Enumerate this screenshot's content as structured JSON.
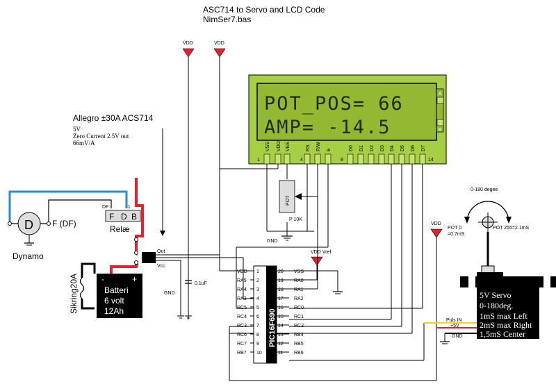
{
  "title": {
    "line1": "ASC714 to Servo and LCD Code",
    "line2": "NimSer7.bas"
  },
  "sensor": {
    "name": "Allegro ±30A ACS714",
    "line1": "5V",
    "line2": "Zero Current 2.5V out",
    "line3": "66mV/A",
    "out": "Out",
    "vcc": "Vcc"
  },
  "vdd_label": "VDD",
  "vdd_vref": "VDD Vref",
  "gnd_label": "GND",
  "cap_label": "0,1uF",
  "lcd": {
    "line1": "POT_POS= 66",
    "line2": "AMP= -14.5",
    "pins": [
      "VSS",
      "VDD",
      "VEE",
      "RS",
      "R/W",
      "E",
      "D0",
      "D1",
      "D2",
      "D3",
      "D4",
      "D5",
      "D6",
      "D7"
    ],
    "pin_nums": [
      "1",
      "4",
      "8",
      "14"
    ],
    "a": "A",
    "k": "K"
  },
  "pot": {
    "name": "POT",
    "label": "P 10K"
  },
  "relay": {
    "label": "Relæ",
    "pins": [
      "F",
      "D",
      "B"
    ],
    "df": "DF",
    "num": "51"
  },
  "dynamo": {
    "letter": "D",
    "label": "Dynamo",
    "field": "F (DF)"
  },
  "fuse": "Sikring20A",
  "battery": {
    "line1": "Batteri",
    "line2": "6 volt",
    "line3": "12Ah",
    "minus": "-",
    "plus": "+"
  },
  "pic": {
    "name": "PIC16F690",
    "left": [
      {
        "label": "VDD",
        "num": "1",
        "color": "mag"
      },
      {
        "label": "RA5",
        "num": "2",
        "color": "mag"
      },
      {
        "label": "RA4",
        "num": "3",
        "color": "mag"
      },
      {
        "label": "RA3",
        "num": "4",
        "color": "mag"
      },
      {
        "label": "RC5",
        "num": "5",
        "color": "blu"
      },
      {
        "label": "RC4",
        "num": "6",
        "color": "blu"
      },
      {
        "label": "RC3",
        "num": "7",
        "color": "blu"
      },
      {
        "label": "RC6",
        "num": "8",
        "color": "blu"
      },
      {
        "label": "RC7",
        "num": "9",
        "color": "blu"
      },
      {
        "label": "RB7",
        "num": "10",
        "color": "blk"
      }
    ],
    "right": [
      {
        "label": "VSS",
        "num": "20",
        "color": "blk"
      },
      {
        "label": "RA0",
        "num": "19",
        "color": "mag"
      },
      {
        "label": "RA1",
        "num": "18",
        "color": "mag"
      },
      {
        "label": "RA2",
        "num": "17",
        "color": "mag"
      },
      {
        "label": "RC0",
        "num": "16",
        "color": "blu"
      },
      {
        "label": "RC1",
        "num": "15",
        "color": "blu"
      },
      {
        "label": "RC2",
        "num": "14",
        "color": "blu"
      },
      {
        "label": "RB4",
        "num": "13",
        "color": "blk"
      },
      {
        "label": "RB5",
        "num": "12",
        "color": "blk"
      },
      {
        "label": "RB6",
        "num": "11",
        "color": "blk"
      }
    ]
  },
  "servo": {
    "range": "0-180 degee",
    "pot0": "POT 0",
    "pot0b": "=0.7mS",
    "pot255": "POT 255=2.1mS",
    "lines": [
      "5V Servo",
      "0-180deg.",
      "1mS max Left",
      "2mS max Right",
      "1,5mS Center"
    ],
    "wires": [
      "Puls IN",
      "+5V",
      "GND"
    ]
  },
  "colors": {
    "lcd_bg": "#9ecb3c",
    "lcd_screen": "#8fb12f",
    "red": "#e4202a",
    "blue": "#2a8ad6"
  }
}
